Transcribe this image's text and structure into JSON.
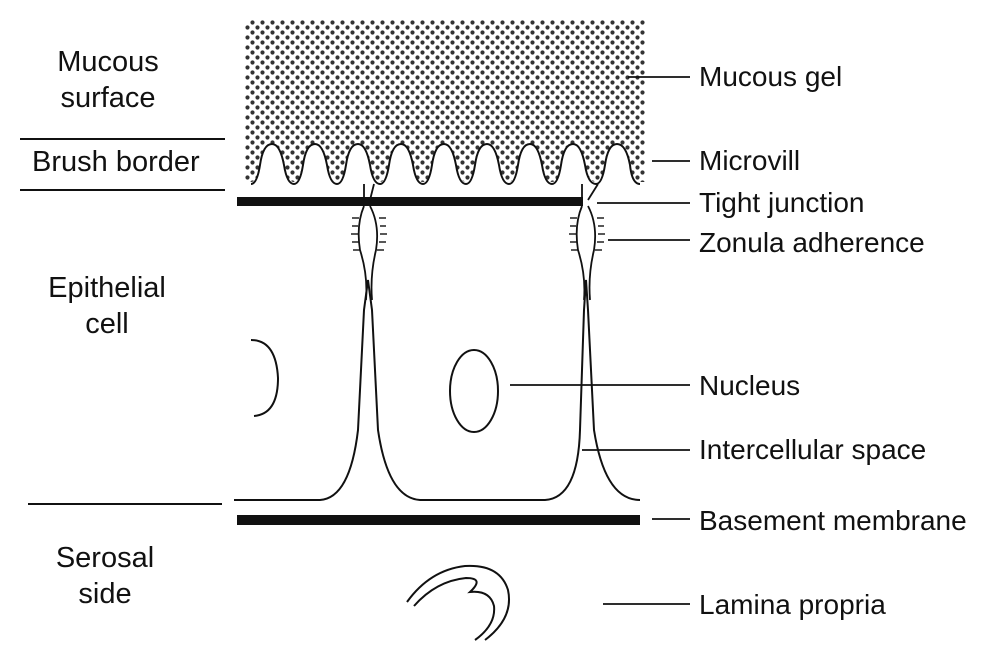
{
  "regions": {
    "mucous_surface": {
      "line1": "Mucous",
      "line2": "surface"
    },
    "brush_border": "Brush border",
    "epithelial_cell": {
      "line1": "Epithelial",
      "line2": "cell"
    },
    "serosal_side": {
      "line1": "Serosal",
      "line2": "side"
    }
  },
  "labels": {
    "mucous_gel": "Mucous gel",
    "microvill": "Microvill",
    "tight_junction": "Tight junction",
    "zonula_adherence": "Zonula adherence",
    "nucleus": "Nucleus",
    "intercellular_space": "Intercellular space",
    "basement_membrane": "Basement membrane",
    "lamina_propria": "Lamina propria"
  },
  "colors": {
    "ink": "#111111",
    "background": "#ffffff"
  }
}
